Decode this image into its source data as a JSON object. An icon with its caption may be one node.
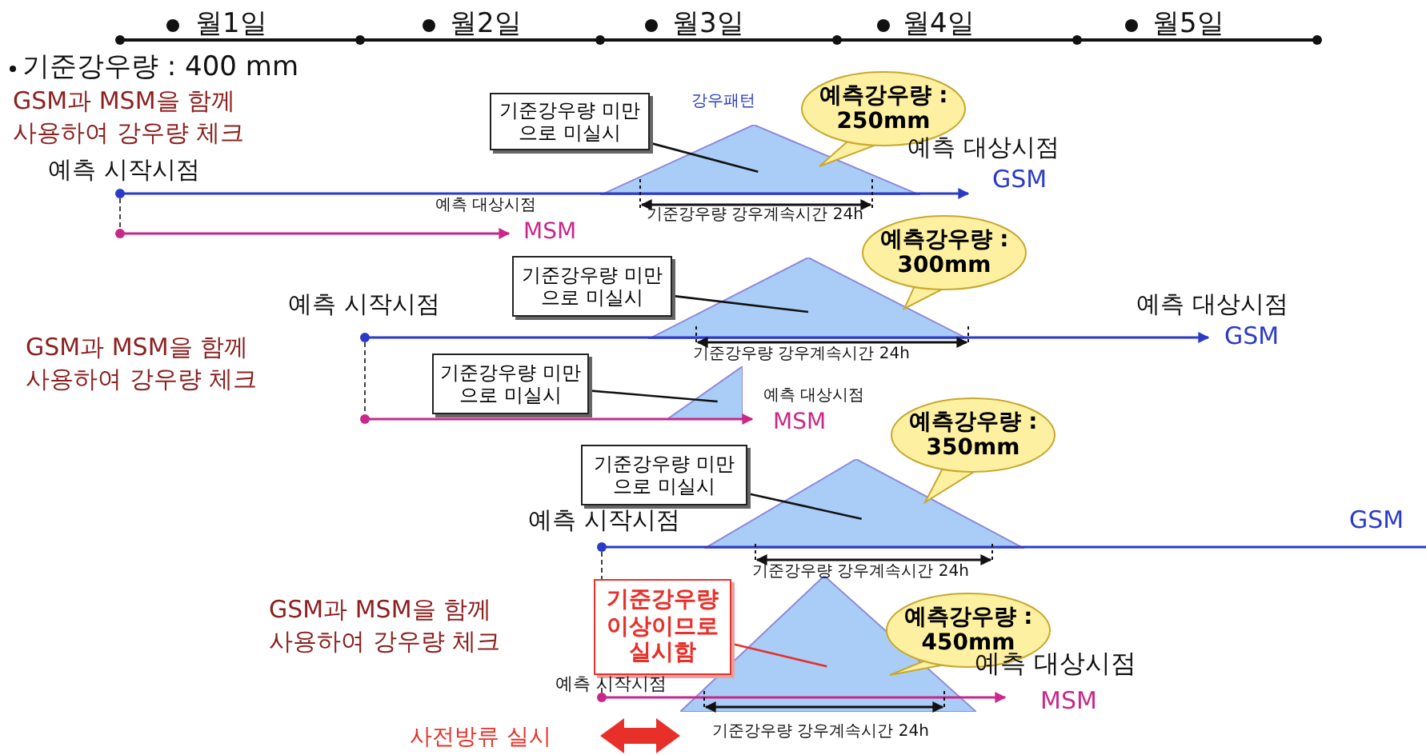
{
  "diagram": {
    "nodes": [
      {
        "text": [
          "기준강우량 미만 으로 미실시"
        ]
      },
      {
        "text": [],
        "shape": "triangle",
        "beside": [
          "강우패턴"
        ]
      },
      {
        "text": [
          "예측강우량 : 250mm"
        ]
      },
      {
        "text": [
          "기준강우량 미만 으로 미실시"
        ]
      },
      {
        "text": [],
        "shape": "triangle"
      },
      {
        "text": [
          "예측강우량 : 300mm"
        ]
      },
      {
        "text": [
          "기준강우량 미만 으로 미실시"
        ]
      },
      {
        "text": [],
        "shape": "triangle"
      },
      {
        "text": [
          "기준강우량 미만 으로 미실시"
        ]
      },
      {
        "text": [],
        "shape": "triangle"
      },
      {
        "text": [
          "예측강우량 : 350mm"
        ]
      },
      {
        "text": [
          "기준강우량 이상이므로 실시함"
        ]
      },
      {
        "text": [],
        "shape": "triangle"
      },
      {
        "text": [
          "예측강우량 : 450mm"
        ]
      }
    ],
    "edges": [
      {
        "from": 0,
        "to": 1,
        "arrow": "none"
      },
      {
        "from": 3,
        "to": 4,
        "arrow": "none"
      },
      {
        "from": 6,
        "to": 7,
        "arrow": "none"
      },
      {
        "from": 8,
        "to": 9,
        "arrow": "none"
      },
      {
        "from": 11,
        "to": 12,
        "arrow": "none",
        "color": "#e8302a"
      }
    ],
    "labels": [
      "월1일",
      "월2일",
      "월3일",
      "월4일",
      "월5일",
      "기준강우량 : 400 mm",
      "GSM과 MSM을 함께 사용하여 강우량 체크",
      "예측 시작시점",
      "예측 대상시점",
      "GSM",
      "예측 대상시점",
      "기준강우량 강우계속시간 24h",
      "MSM",
      "예측 시작시점",
      "예측 대상시점",
      "GSM",
      "GSM과 MSM을 함께 사용하여 강우량 체크",
      "기준강우량 강우계속시간 24h",
      "예측 대상시점",
      "MSM",
      "예측 시작시점",
      "GSM",
      "기준강우량 강우계속시간 24h",
      "GSM과 MSM을 함께 사용하여 강우량 체크",
      "예측 대상시점",
      "예측 시작시점",
      "MSM",
      "기준강우량 강우계속시간 24h",
      "사전방류 실시"
    ]
  }
}
